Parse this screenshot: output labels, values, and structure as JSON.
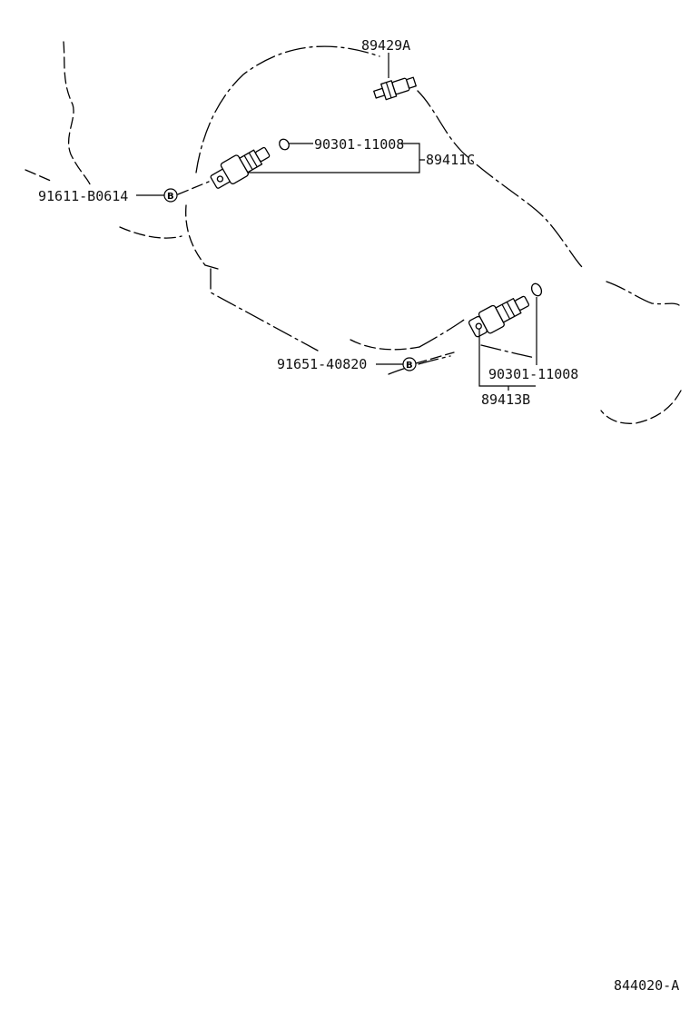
{
  "parts": {
    "sensor_top": "89429A",
    "oring_upper": "90301-11008",
    "sensor_upper_group": "89411C",
    "bolt_upper": "91611-B0614",
    "bolt_lower": "91651-40820",
    "oring_lower": "90301-11008",
    "sensor_lower_group": "89413B"
  },
  "bolt_marker": "B",
  "figure_code": "844020-A"
}
